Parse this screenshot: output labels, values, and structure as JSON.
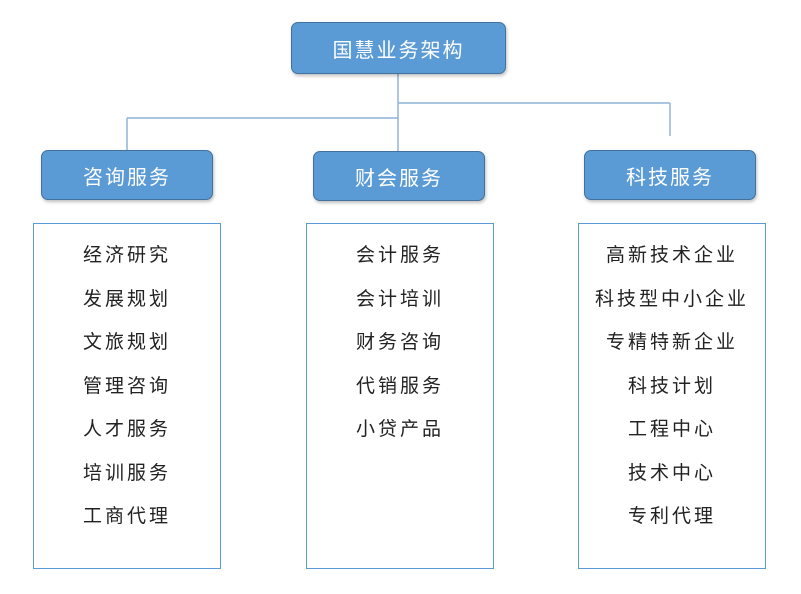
{
  "colors": {
    "node_fill": "#5b9bd5",
    "node_border": "#41719c",
    "connector": "#8fb4d9",
    "list_border": "#5b9bd5"
  },
  "root": {
    "label": "国慧业务架构"
  },
  "categories": [
    {
      "label": "咨询服务",
      "items": [
        "经济研究",
        "发展规划",
        "文旅规划",
        "管理咨询",
        "人才服务",
        "培训服务",
        "工商代理"
      ]
    },
    {
      "label": "财会服务",
      "items": [
        "会计服务",
        "会计培训",
        "财务咨询",
        "代销服务",
        "小贷产品"
      ]
    },
    {
      "label": "科技服务",
      "items": [
        "高新技术企业",
        "科技型中小企业",
        "专精特新企业",
        "科技计划",
        "工程中心",
        "技术中心",
        "专利代理"
      ]
    }
  ]
}
